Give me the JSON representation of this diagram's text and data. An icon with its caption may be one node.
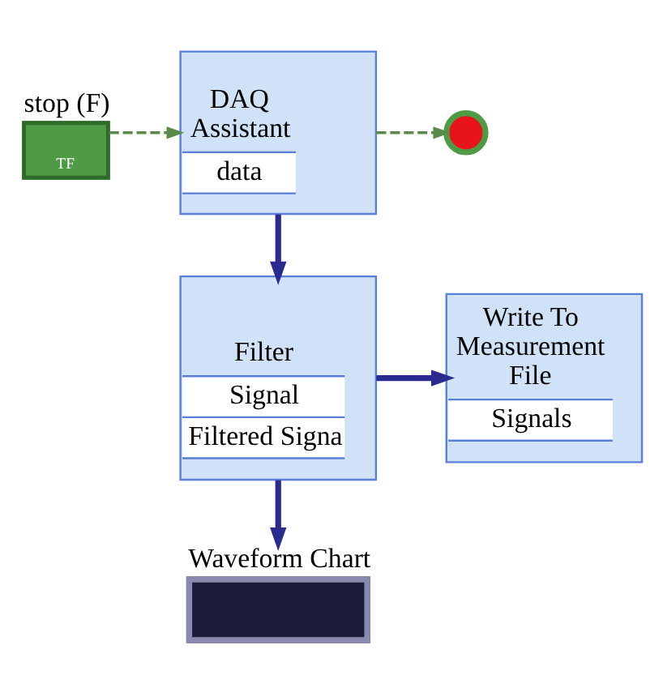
{
  "diagram": {
    "nodes": [
      {
        "text": [
          "stop (F)",
          "TF"
        ]
      },
      {
        "text": [
          "DAQ Assistant",
          "data"
        ]
      },
      {
        "text": [],
        "shape": "circle"
      },
      {
        "text": [
          "Write To Measurement File",
          "Signals"
        ]
      },
      {
        "text": [
          "Filter",
          "Signal",
          "Filtered Signa"
        ]
      },
      {
        "text": [
          "Waveform Chart"
        ]
      }
    ],
    "edges": [
      {
        "from": 0,
        "to": 1,
        "arrow": "to",
        "style": "dashed",
        "color": "#5a8a4a"
      },
      {
        "from": 1,
        "to": 2,
        "arrow": "to",
        "style": "dashed",
        "color": "#5a8a4a"
      },
      {
        "from": 1,
        "to": 4,
        "arrow": "to"
      },
      {
        "from": 4,
        "to": 3,
        "arrow": "to"
      },
      {
        "from": 4,
        "to": 5,
        "arrow": "to"
      }
    ]
  }
}
